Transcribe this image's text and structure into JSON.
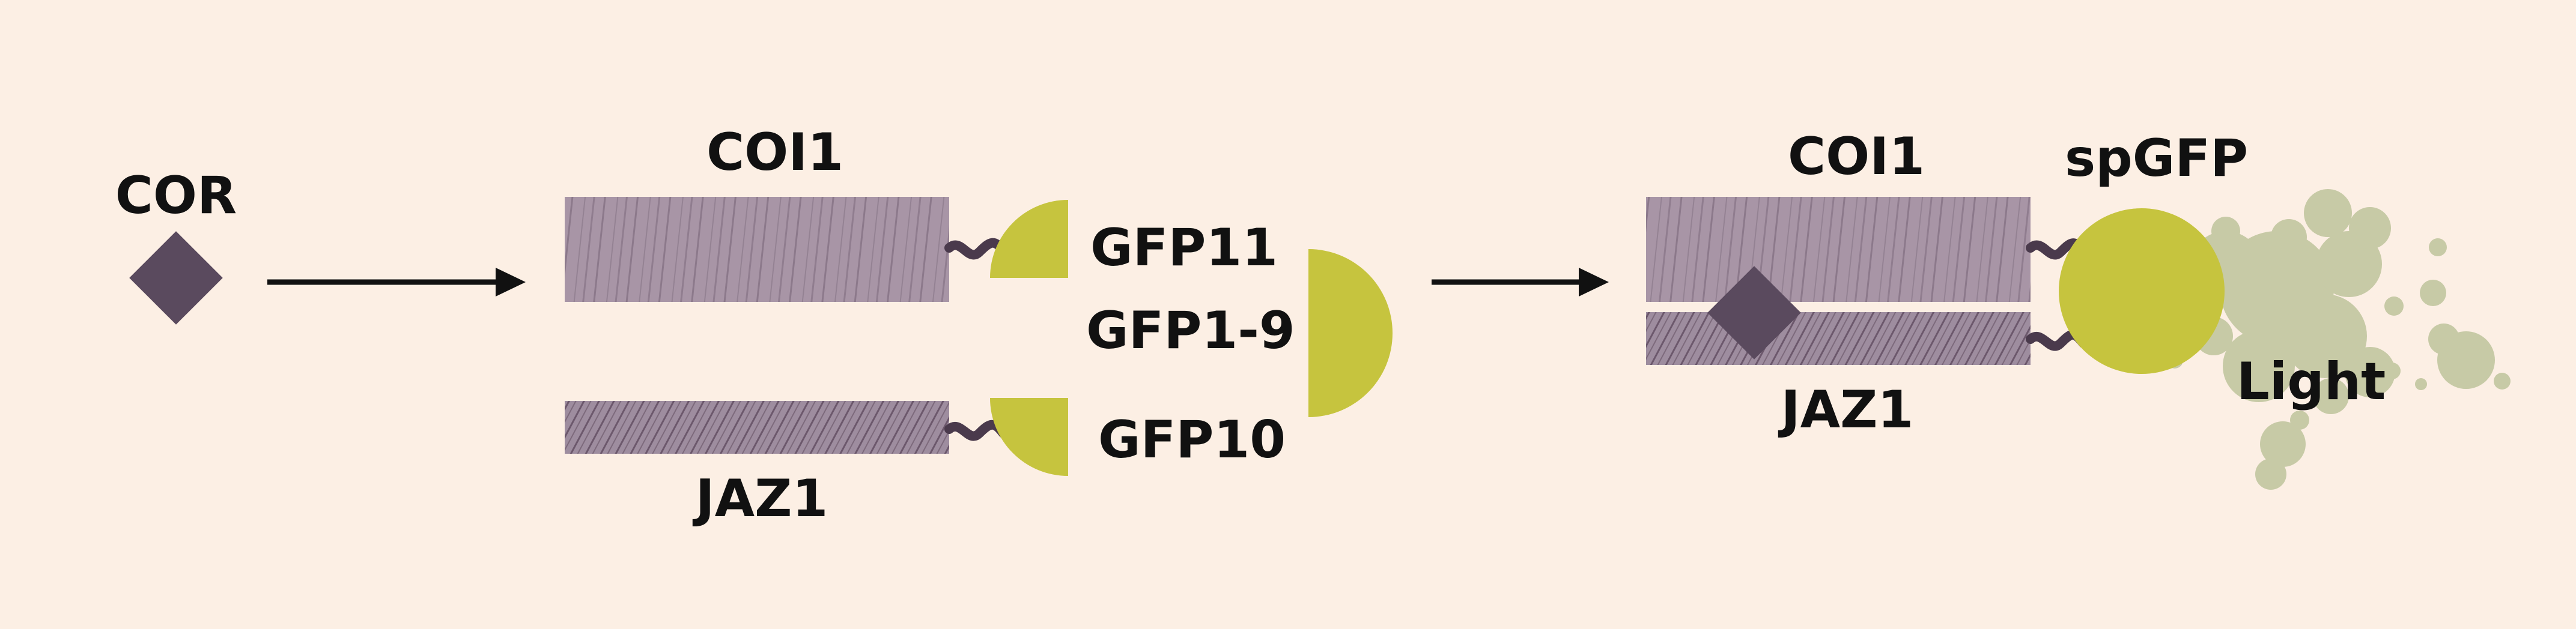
{
  "labels": {
    "cor": "COR",
    "coi1_left": "COI1",
    "jaz1_left": "JAZ1",
    "gfp11": "GFP11",
    "gfp1_9": "GFP1-9",
    "gfp10": "GFP10",
    "coi1_right": "COI1",
    "jaz1_right": "JAZ1",
    "spgfp": "spGFP",
    "light": "Light"
  },
  "colors": {
    "background": "#fcefe4",
    "coi1_bar": "#a895a6",
    "coi1_stripe": "#7c6a7c",
    "jaz1_bar": "#9e8d9f",
    "jaz1_stripe": "#5b475a",
    "diamond": "#5a4a5e",
    "linker": "#4a3a4c",
    "gfp": "#c6c43e",
    "light_glow": "#c7caa6",
    "arrow": "#111111",
    "text": "#111111"
  },
  "icons": {
    "cor_molecule": "diamond",
    "gfp_fragment": "half-disc",
    "reconstituted_gfp": "circle",
    "light": "glow-splash"
  }
}
